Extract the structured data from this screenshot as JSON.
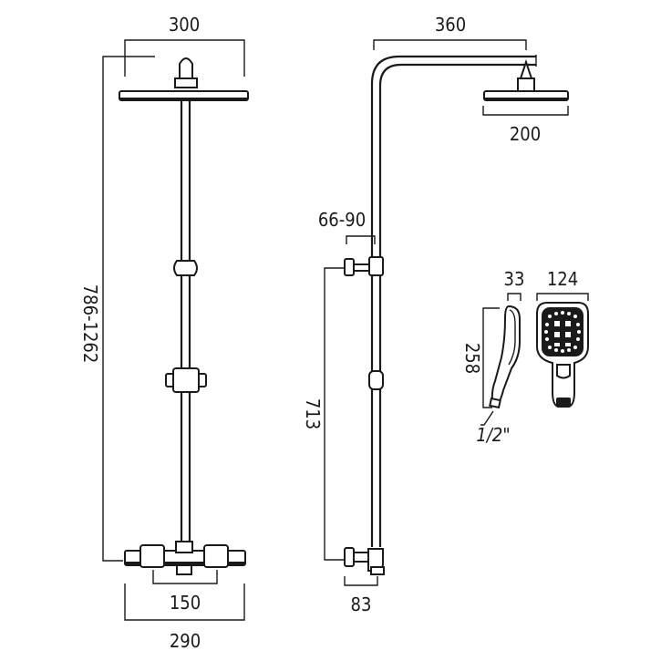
{
  "dimensions": {
    "front_head_width": "300",
    "front_height_range": "786-1262",
    "front_centres": "150",
    "front_base_width": "290",
    "side_arm_projection": "360",
    "side_head_diameter": "200",
    "side_adjust_range": "66-90",
    "side_column_height": "713",
    "side_wall_depth": "83",
    "handset_depth": "33",
    "handset_width": "124",
    "handset_length": "258",
    "handset_thread": "1/2\""
  }
}
